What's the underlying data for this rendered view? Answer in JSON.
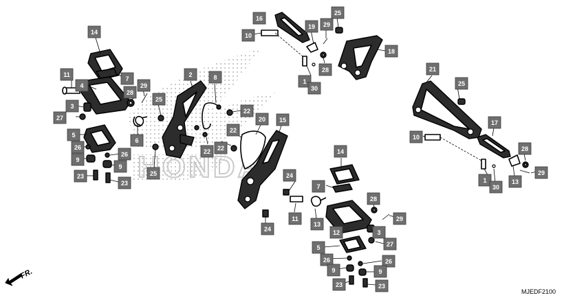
{
  "diagram": {
    "drawing_code": "MJEDF2100",
    "direction_label": "FR.",
    "callouts": [
      {
        "label": "14"
      },
      {
        "label": "11"
      },
      {
        "label": "4"
      },
      {
        "label": "7"
      },
      {
        "label": "28"
      },
      {
        "label": "29"
      },
      {
        "label": "3"
      },
      {
        "label": "27"
      },
      {
        "label": "5"
      },
      {
        "label": "26"
      },
      {
        "label": "26"
      },
      {
        "label": "9"
      },
      {
        "label": "9"
      },
      {
        "label": "23"
      },
      {
        "label": "23"
      },
      {
        "label": "6"
      },
      {
        "label": "25"
      },
      {
        "label": "25"
      },
      {
        "label": "2"
      },
      {
        "label": "8"
      },
      {
        "label": "22"
      },
      {
        "label": "22"
      },
      {
        "label": "22"
      },
      {
        "label": "22"
      },
      {
        "label": "20"
      },
      {
        "label": "15"
      },
      {
        "label": "16"
      },
      {
        "label": "10"
      },
      {
        "label": "19"
      },
      {
        "label": "29"
      },
      {
        "label": "25"
      },
      {
        "label": "18"
      },
      {
        "label": "28"
      },
      {
        "label": "1"
      },
      {
        "label": "30"
      },
      {
        "label": "21"
      },
      {
        "label": "25"
      },
      {
        "label": "10"
      },
      {
        "label": "17"
      },
      {
        "label": "28"
      },
      {
        "label": "1"
      },
      {
        "label": "30"
      },
      {
        "label": "13"
      },
      {
        "label": "29"
      },
      {
        "label": "14"
      },
      {
        "label": "24"
      },
      {
        "label": "7"
      },
      {
        "label": "28"
      },
      {
        "label": "29"
      },
      {
        "label": "13"
      },
      {
        "label": "11"
      },
      {
        "label": "24"
      },
      {
        "label": "12"
      },
      {
        "label": "3"
      },
      {
        "label": "27"
      },
      {
        "label": "5"
      },
      {
        "label": "26"
      },
      {
        "label": "26"
      },
      {
        "label": "9"
      },
      {
        "label": "9"
      },
      {
        "label": "23"
      },
      {
        "label": "23"
      }
    ]
  }
}
